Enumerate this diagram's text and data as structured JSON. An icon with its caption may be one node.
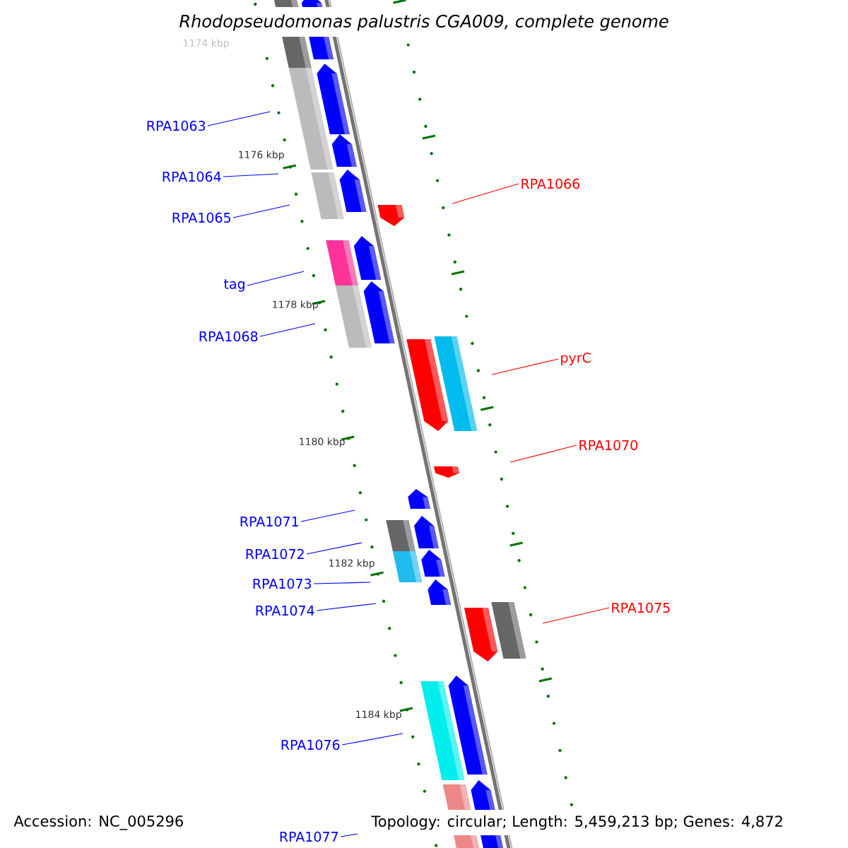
{
  "diagram": {
    "title": "Rhodopseudomonas palustris CGA009, complete genome",
    "nodes": [
      {
        "text": [
          "RPA1063"
        ]
      },
      {
        "text": [
          "RPA1064"
        ]
      },
      {
        "text": [
          "RPA1066"
        ]
      },
      {
        "text": [
          "RPA1065"
        ]
      },
      {
        "text": [
          "tag"
        ]
      },
      {
        "text": [
          "RPA1068"
        ]
      },
      {
        "text": [
          "pyrC"
        ]
      },
      {
        "text": [
          "RPA1070"
        ]
      },
      {
        "text": [
          "RPA1071"
        ]
      },
      {
        "text": [
          "RPA1072"
        ]
      },
      {
        "text": [
          "RPA1073"
        ]
      },
      {
        "text": [
          "RPA1075"
        ]
      },
      {
        "text": [
          "RPA1074"
        ]
      },
      {
        "text": [
          "RPA1076"
        ]
      },
      {
        "text": [
          "RPA1077"
        ]
      }
    ],
    "edges": [
      {
        "from": 0,
        "to": null,
        "arrow": "none"
      },
      {
        "from": 1,
        "to": null,
        "arrow": "none"
      },
      {
        "from": 2,
        "to": null,
        "arrow": "none",
        "color": "#ff0000"
      },
      {
        "from": 3,
        "to": null,
        "arrow": "none"
      },
      {
        "from": 4,
        "to": null,
        "arrow": "none"
      },
      {
        "from": 5,
        "to": null,
        "arrow": "none"
      },
      {
        "from": 6,
        "to": null,
        "arrow": "none",
        "color": "#ff0000"
      },
      {
        "from": 7,
        "to": null,
        "arrow": "none",
        "color": "#ff0000"
      },
      {
        "from": 8,
        "to": null,
        "arrow": "none"
      },
      {
        "from": 9,
        "to": null,
        "arrow": "none"
      },
      {
        "from": 10,
        "to": null,
        "arrow": "none"
      },
      {
        "from": 11,
        "to": null,
        "arrow": "none",
        "color": "#ff0000"
      },
      {
        "from": 12,
        "to": null,
        "arrow": "none"
      },
      {
        "from": 13,
        "to": null,
        "arrow": "none"
      },
      {
        "from": 14,
        "to": null,
        "arrow": "none"
      }
    ],
    "labels": [
      "1174 kbp",
      "1176 kbp",
      "1178 kbp",
      "1180 kbp",
      "1182 kbp",
      "1184 kbp",
      "Accession: NC_005296",
      "Topology: circular; Length: 5,459,213 bp; Genes: 4,872"
    ]
  }
}
